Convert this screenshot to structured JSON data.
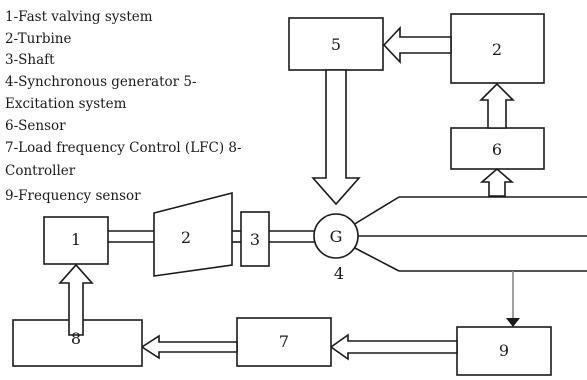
{
  "legend": {
    "line1": "1-Fast valving system",
    "line2": "2-Turbine",
    "line3": "3-Shaft",
    "line4": "4-Synchronous generator 5-",
    "line5": "Excitation system",
    "line6": "6-Sensor",
    "line7": "7-Load frequency Control (LFC) 8-",
    "line8": "Controller",
    "line9": "9-Frequency sensor"
  },
  "blocks": {
    "b1": "1",
    "b2_turbine": "2",
    "b2_top": "2",
    "b3": "3",
    "b4": "4",
    "b5": "5",
    "b6": "6",
    "b7": "7",
    "b8": "8",
    "b9": "9",
    "generator": "G"
  }
}
